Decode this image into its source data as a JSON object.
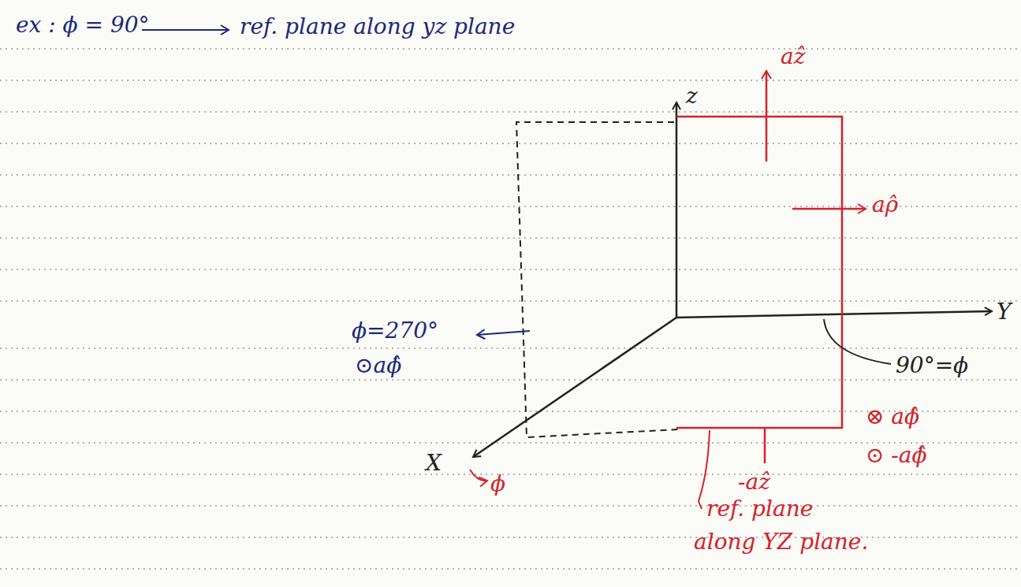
{
  "diagram": {
    "labels": [
      "ex : ϕ = 90°",
      "ref. plane along yz plane",
      "z",
      "Y",
      "X",
      "aẑ",
      "aρ̂",
      "90°=ϕ",
      "ϕ=270°",
      "⊙aϕ̂",
      "⊗ aϕ̂",
      "⊙ -aϕ̂",
      "-aẑ",
      "ϕ",
      "ref. plane",
      "along YZ plane."
    ]
  }
}
